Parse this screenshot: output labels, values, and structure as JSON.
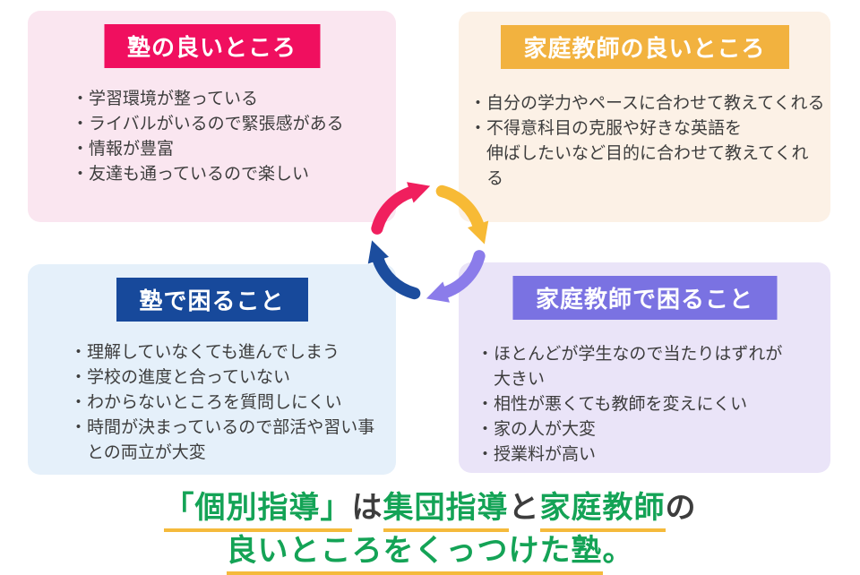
{
  "colors": {
    "green": "#14A356",
    "dark_text": "#3D3D3D",
    "underline_yellow": "#F5BA3B",
    "body_text": "#3D3D3D",
    "header_text": "#FFFFFF"
  },
  "panels": [
    {
      "name": "juku-pros",
      "title": "塾の良いところ",
      "header_bg": "#F00F5F",
      "bg": "#FAE6F0",
      "items": [
        "・学習環境が整っている",
        "・ライバルがいるので緊張感がある",
        "・情報が豊富",
        "・友達も通っているので楽しい"
      ]
    },
    {
      "name": "tutor-pros",
      "title": "家庭教師の良いところ",
      "header_bg": "#F2B23F",
      "bg": "#FCF1E6",
      "items": [
        "・自分の学力やペースに合わせて教えてくれる",
        "・不得意科目の克服や好きな英語を\n伸ばしたいなど目的に合わせて教えてくれる"
      ]
    },
    {
      "name": "juku-cons",
      "title": "塾で困ること",
      "header_bg": "#17499B",
      "bg": "#E5F0FA",
      "items": [
        "・理解していなくても進んでしまう",
        "・学校の進度と合っていない",
        "・わからないところを質問しにくい",
        "・時間が決まっているので部活や習い事\nとの両立が大変"
      ]
    },
    {
      "name": "tutor-cons",
      "title": "家庭教師で困ること",
      "header_bg": "#7A72E2",
      "bg": "#EAE4F8",
      "items": [
        "・ほとんどが学生なので当たりはずれが\n大きい",
        "・相性が悪くても教師を変えにくい",
        "・家の人が大変",
        "・授業料が高い"
      ]
    }
  ],
  "cycle_arrows": {
    "pink": "#F01F5E",
    "yellow": "#F7BA35",
    "purple": "#8B7CEA",
    "blue": "#1C4D9E"
  },
  "conclusion": {
    "line1": [
      {
        "text": "「個別指導」"
      },
      {
        "text": "は"
      },
      {
        "text": "集団指導"
      },
      {
        "text": "と"
      },
      {
        "text": "家庭教師"
      },
      {
        "text": "の"
      }
    ],
    "line2": [
      {
        "text": "良いところをくっつけた塾"
      },
      {
        "text": "。"
      }
    ]
  }
}
